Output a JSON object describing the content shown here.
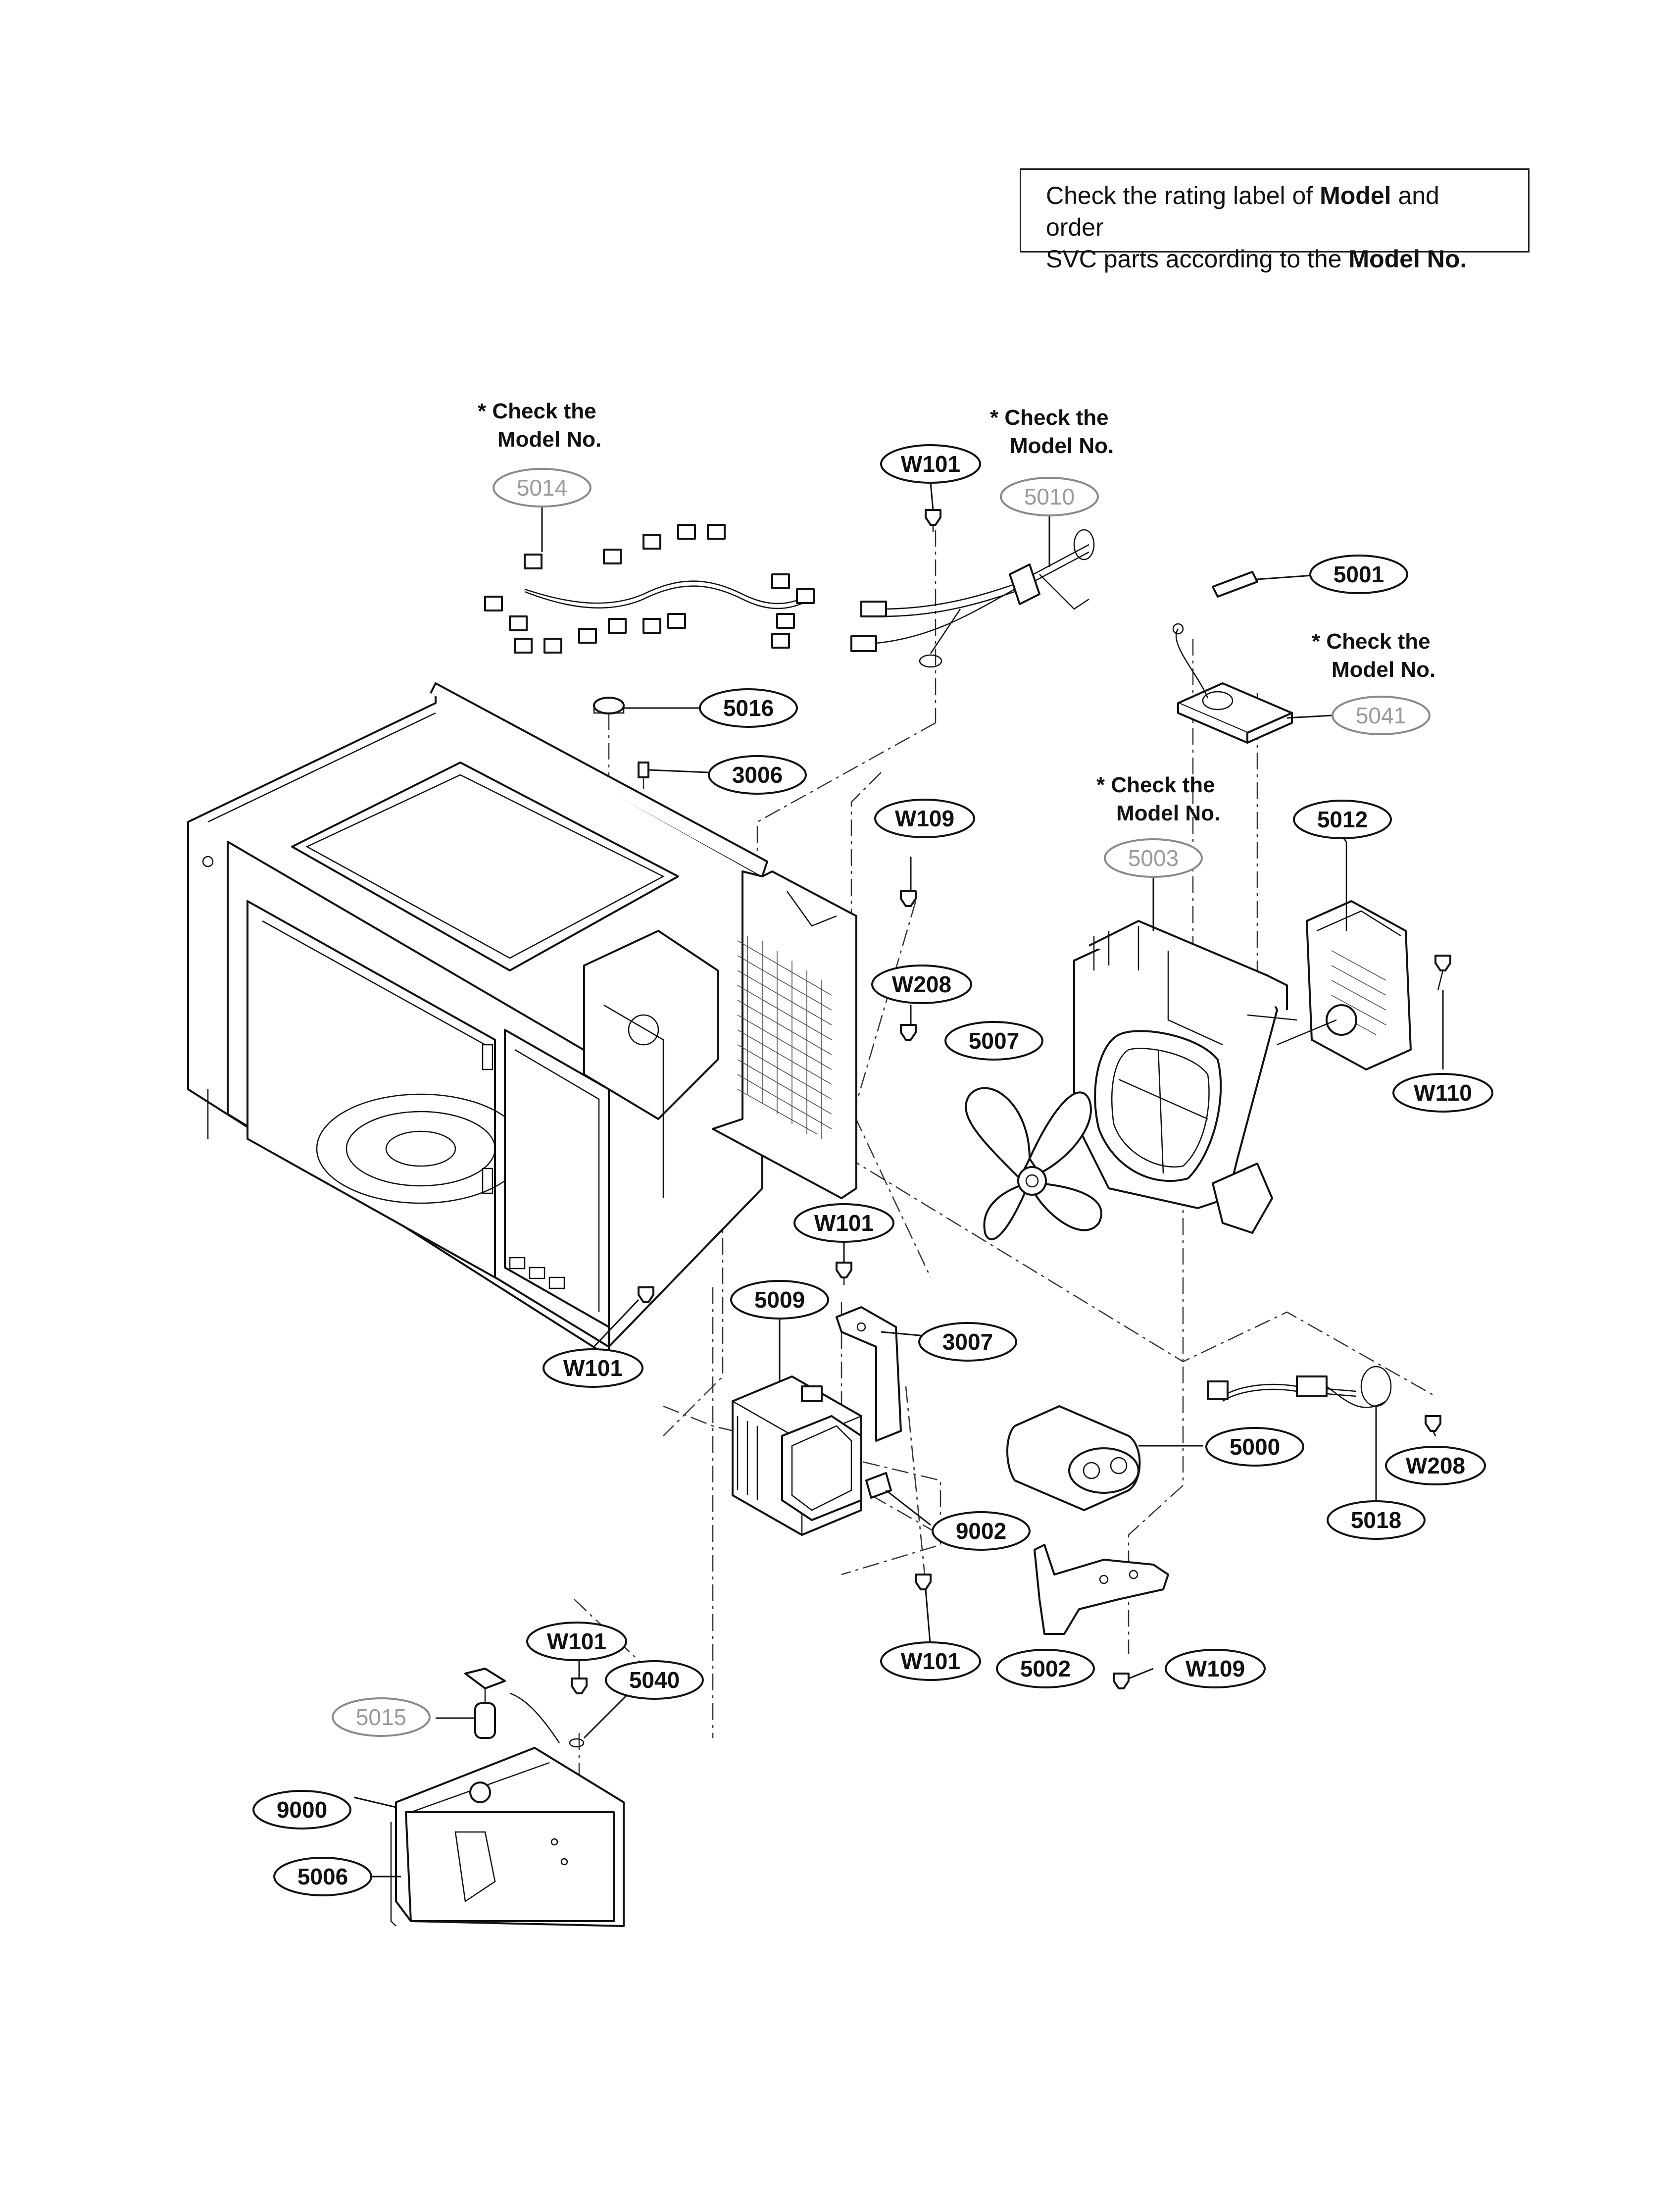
{
  "notice": {
    "line1_pre": "Check the rating label of ",
    "line1_bold": "Model",
    "line1_post": " and order",
    "line2_pre": "SVC parts according to the ",
    "line2_bold": "Model No."
  },
  "notes": {
    "check_line1": "* Check the",
    "check_line2": "Model No."
  },
  "labels": {
    "p5014": "5014",
    "p5010": "5010",
    "p5001": "5001",
    "p5041": "5041",
    "p5016": "5016",
    "p3006": "3006",
    "p5003": "5003",
    "p5012": "5012",
    "p5007": "5007",
    "p5009": "5009",
    "p3007": "3007",
    "p5000": "5000",
    "p5018": "5018",
    "p9002": "9002",
    "p5002": "5002",
    "p5040": "5040",
    "p5015": "5015",
    "p9000": "9000",
    "p5006": "5006",
    "w101a": "W101",
    "w101b": "W101",
    "w101c": "W101",
    "w101d": "W101",
    "w101e": "W101",
    "w109a": "W109",
    "w109b": "W109",
    "w208a": "W208",
    "w208b": "W208",
    "w110": "W110"
  }
}
